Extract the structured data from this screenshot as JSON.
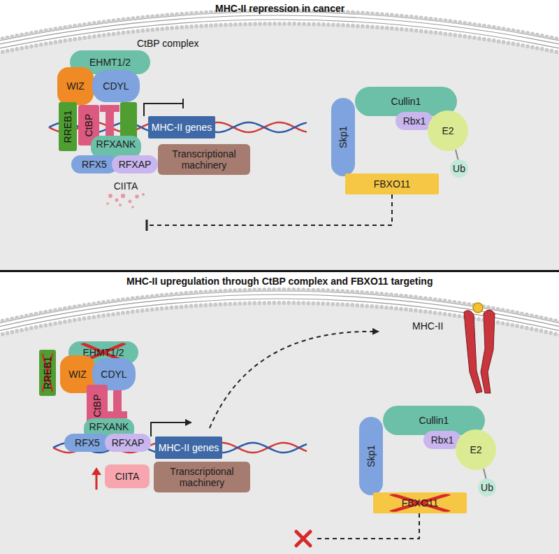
{
  "diagram": {
    "nodes": [
      {
        "text": [
          "EHMT1/2"
        ]
      },
      {
        "text": [
          "WIZ"
        ]
      },
      {
        "text": [
          "CDYL"
        ]
      },
      {
        "text": [
          "RREB1"
        ]
      },
      {
        "text": [
          "CtBP"
        ]
      },
      {
        "text": [
          "MHC-II genes"
        ]
      },
      {
        "text": [
          "RFXANK"
        ]
      },
      {
        "text": [
          "RFX5"
        ]
      },
      {
        "text": [
          "RFXAP"
        ]
      },
      {
        "text": [
          "Transcriptional machinery"
        ]
      },
      {
        "text": [
          "CIITA"
        ]
      },
      {
        "text": [
          "Cullin1"
        ]
      },
      {
        "text": [
          "Skp1"
        ]
      },
      {
        "text": [
          "Rbx1"
        ]
      },
      {
        "text": [
          "E2"
        ]
      },
      {
        "text": [
          "Ub"
        ]
      },
      {
        "text": [
          "FBXO11"
        ]
      },
      {
        "text": [
          "EHMT1/2"
        ]
      },
      {
        "text": [
          "WIZ"
        ]
      },
      {
        "text": [
          "CDYL"
        ]
      },
      {
        "text": [
          "CtBP"
        ]
      },
      {
        "text": [
          "RREB1"
        ]
      },
      {
        "text": [
          "RFXANK"
        ]
      },
      {
        "text": [
          "RFX5"
        ]
      },
      {
        "text": [
          "RFXAP"
        ]
      },
      {
        "text": [
          "MHC-II genes"
        ]
      },
      {
        "text": [
          "CIITA"
        ]
      },
      {
        "text": [
          "Transcriptional machinery"
        ]
      },
      {
        "text": [
          "Cullin1"
        ]
      },
      {
        "text": [
          "Skp1"
        ]
      },
      {
        "text": [
          "Rbx1"
        ]
      },
      {
        "text": [
          "E2"
        ]
      },
      {
        "text": [
          "Ub"
        ]
      },
      {
        "text": [
          "FBXO11"
        ]
      }
    ],
    "edges": [
      {
        "from": 16,
        "to": 10,
        "arrow": "to"
      }
    ],
    "labels": [
      "MHC-II repression in cancer",
      "CtBP complex",
      "MHC-II upregulation through CtBP complex and FBXO11 targeting",
      "MHC-II"
    ]
  }
}
